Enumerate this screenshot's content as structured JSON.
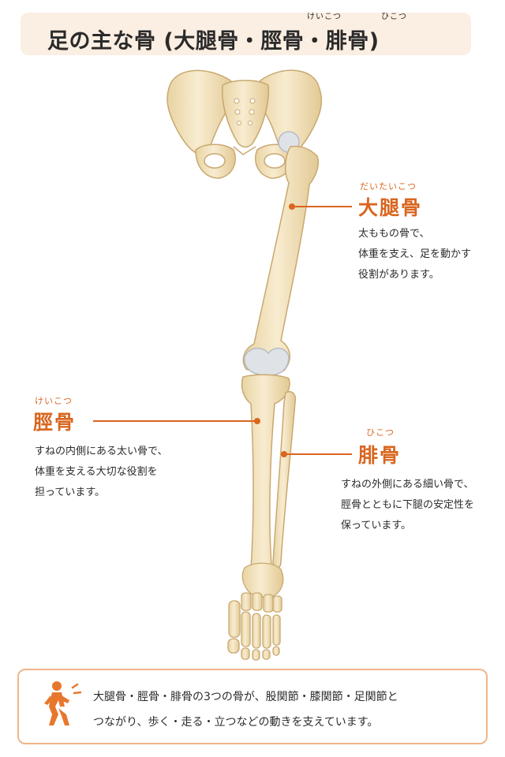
{
  "header": {
    "title": "足の主な骨 (大腿骨・脛骨・腓骨)",
    "ruby_tibia": "けいこつ",
    "ruby_fibula": "ひこつ"
  },
  "bones": {
    "femur": {
      "name": "大腿骨",
      "ruby": "だいたいこつ",
      "lines": [
        "太ももの骨で、",
        "体重を支え、足を動かす",
        "役割があります。"
      ]
    },
    "tibia": {
      "name": "脛骨",
      "ruby": "けいこつ",
      "lines": [
        "すねの内側にある太い骨で、",
        "体重を支える大切な役割を",
        "担っています。"
      ]
    },
    "fibula": {
      "name": "腓骨",
      "ruby": "ひこつ",
      "lines": [
        "すねの外側にある細い骨で、",
        "脛骨とともに下腿の安定性を",
        "保っています。"
      ]
    }
  },
  "footer": {
    "icon": "walking-person-icon",
    "lines": [
      "大腿骨・脛骨・腓骨の3つの骨が、股関節・膝関節・足関節と",
      "つながり、歩く・走る・立つなどの動きを支えています。"
    ]
  },
  "colors": {
    "accent": "#d9661f",
    "title_bg": "#fbeee2",
    "bone": "#f3e4c0",
    "bone_outline": "#c9a86f",
    "cartilage": "#dfe3e8",
    "footer_border": "#f0b58a"
  }
}
